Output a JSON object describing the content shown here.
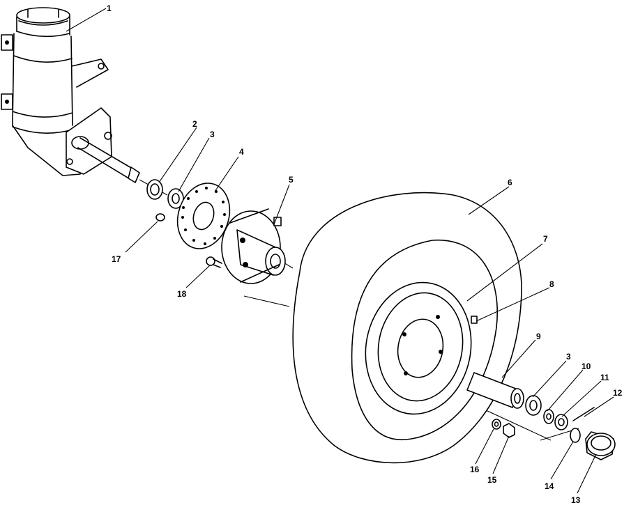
{
  "callouts": [
    {
      "id": "c1",
      "text": "1"
    },
    {
      "id": "c2",
      "text": "2"
    },
    {
      "id": "c3a",
      "text": "3"
    },
    {
      "id": "c4",
      "text": "4"
    },
    {
      "id": "c5",
      "text": "5"
    },
    {
      "id": "c6",
      "text": "6"
    },
    {
      "id": "c7",
      "text": "7"
    },
    {
      "id": "c8",
      "text": "8"
    },
    {
      "id": "c9",
      "text": "9"
    },
    {
      "id": "c3b",
      "text": "3"
    },
    {
      "id": "c10",
      "text": "10"
    },
    {
      "id": "c11",
      "text": "11"
    },
    {
      "id": "c12",
      "text": "12"
    },
    {
      "id": "c13",
      "text": "13"
    },
    {
      "id": "c14",
      "text": "14"
    },
    {
      "id": "c15",
      "text": "15"
    },
    {
      "id": "c16",
      "text": "16"
    },
    {
      "id": "c17",
      "text": "17"
    },
    {
      "id": "c18",
      "text": "18"
    }
  ]
}
